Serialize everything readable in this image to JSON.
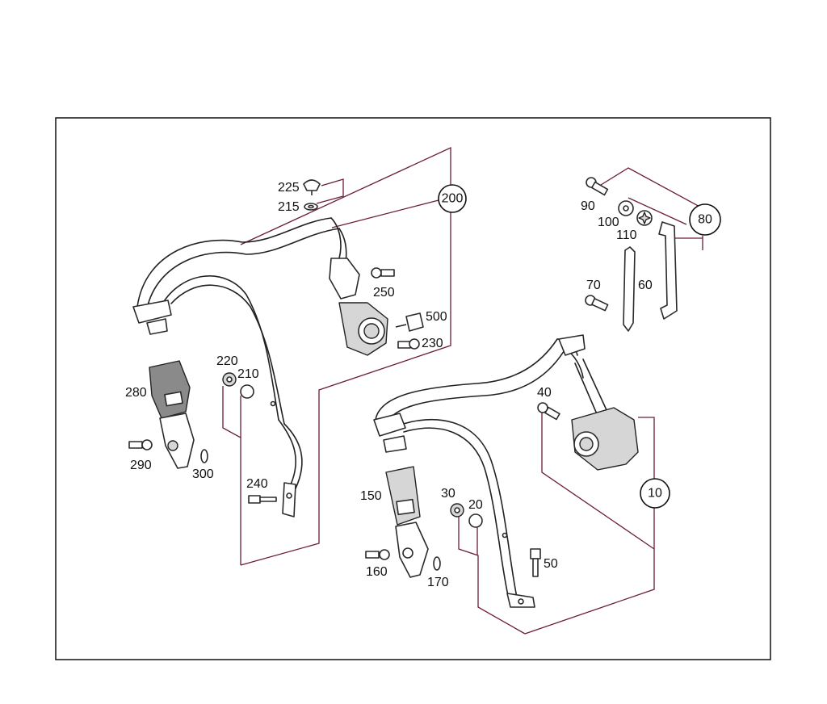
{
  "diagram": {
    "colors": {
      "frame": "#111111",
      "leader": "#6b1d3a",
      "ink": "#222222"
    },
    "group_labels": {
      "g200": "200",
      "g80": "80",
      "g10": "10"
    },
    "part_labels": {
      "p225": "225",
      "p215": "215",
      "p250": "250",
      "p500": "500",
      "p230": "230",
      "p280": "280",
      "p290": "290",
      "p300": "300",
      "p220": "220",
      "p210": "210",
      "p240": "240",
      "p90": "90",
      "p100": "100",
      "p110": "110",
      "p70": "70",
      "p60": "60",
      "p40": "40",
      "p150": "150",
      "p30": "30",
      "p20": "20",
      "p50": "50",
      "p160": "160",
      "p170": "170"
    }
  }
}
